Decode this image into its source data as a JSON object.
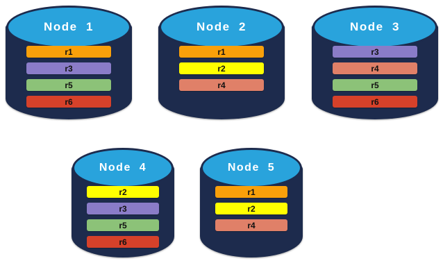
{
  "diagram": {
    "type": "replica-placement-across-database-nodes",
    "palette": {
      "node_body": "#1d2b4d",
      "node_top": "#29a3dc",
      "node_title_color": "#ffffff",
      "background": "#ffffff",
      "bar_label_color": "#111111"
    },
    "replica_colors": {
      "r1": "#f9a00a",
      "r2": "#ffff00",
      "r3": "#8a7cc8",
      "r4": "#e08068",
      "r5": "#8cc278",
      "r6": "#d6412a"
    },
    "nodes": [
      {
        "id": "node-1",
        "title": "Node  1",
        "row": 1,
        "replicas": [
          {
            "label": "r1",
            "color": "#f9a00a"
          },
          {
            "label": "r3",
            "color": "#8a7cc8"
          },
          {
            "label": "r5",
            "color": "#8cc278"
          },
          {
            "label": "r6",
            "color": "#d6412a"
          }
        ]
      },
      {
        "id": "node-2",
        "title": "Node  2",
        "row": 1,
        "replicas": [
          {
            "label": "r1",
            "color": "#f9a00a"
          },
          {
            "label": "r2",
            "color": "#ffff00"
          },
          {
            "label": "r4",
            "color": "#e08068"
          }
        ]
      },
      {
        "id": "node-3",
        "title": "Node  3",
        "row": 1,
        "replicas": [
          {
            "label": "r3",
            "color": "#8a7cc8"
          },
          {
            "label": "r4",
            "color": "#e08068"
          },
          {
            "label": "r5",
            "color": "#8cc278"
          },
          {
            "label": "r6",
            "color": "#d6412a"
          }
        ]
      },
      {
        "id": "node-4",
        "title": "Node  4",
        "row": 2,
        "replicas": [
          {
            "label": "r2",
            "color": "#ffff00"
          },
          {
            "label": "r3",
            "color": "#8a7cc8"
          },
          {
            "label": "r5",
            "color": "#8cc278"
          },
          {
            "label": "r6",
            "color": "#d6412a"
          }
        ]
      },
      {
        "id": "node-5",
        "title": "Node  5",
        "row": 2,
        "replicas": [
          {
            "label": "r1",
            "color": "#f9a00a"
          },
          {
            "label": "r2",
            "color": "#ffff00"
          },
          {
            "label": "r4",
            "color": "#e08068"
          }
        ]
      }
    ]
  }
}
